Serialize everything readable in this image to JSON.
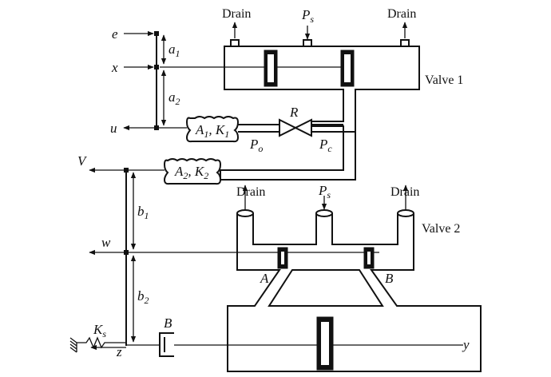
{
  "labels": {
    "drain": "Drain",
    "ps": "P",
    "ps_sub": "s",
    "valve1": "Valve 1",
    "valve2": "Valve 2",
    "e": "e",
    "x": "x",
    "u": "u",
    "V": "V",
    "w": "w",
    "z": "z",
    "y": "y",
    "a": "a",
    "a1_sub": "1",
    "a2_sub": "2",
    "b": "b",
    "b1_sub": "1",
    "b2_sub": "2",
    "bellows1": "A",
    "bellows1_sub": "1",
    "bellows1_k": ", K",
    "bellows1_k_sub": "1",
    "bellows2": "A",
    "bellows2_sub": "2",
    "bellows2_k": ", K",
    "bellows2_k_sub": "2",
    "R": "R",
    "P_o": "P",
    "P_o_sub": "o",
    "P_c": "P",
    "P_c_sub": "c",
    "A_port": "A",
    "B_port": "B",
    "B_damper": "B",
    "Ks": "K",
    "Ks_sub": "s"
  }
}
